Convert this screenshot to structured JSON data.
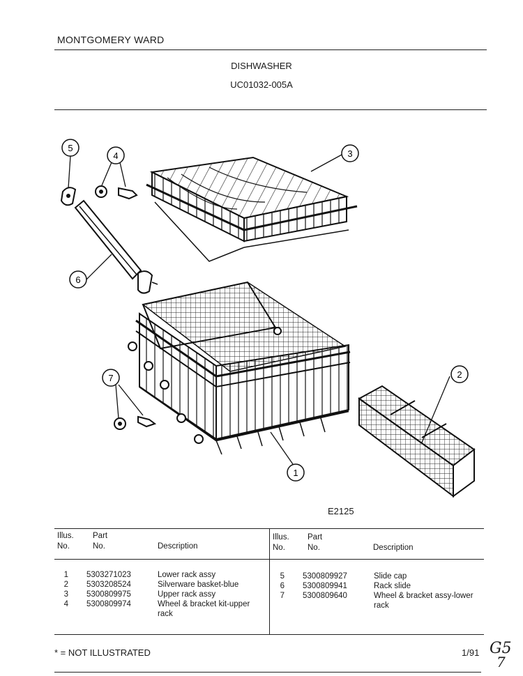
{
  "header": {
    "brand": "MONTGOMERY WARD",
    "product": "DISHWASHER",
    "model": "UC01032-005A"
  },
  "figure": {
    "code": "E2125",
    "callouts": [
      "1",
      "2",
      "3",
      "4",
      "5",
      "6",
      "7"
    ]
  },
  "table": {
    "headers": {
      "illus": "Illus.",
      "no": "No.",
      "part": "Part",
      "description": "Description"
    },
    "left_rows": [
      {
        "illus": "1",
        "part": "5303271023",
        "description": "Lower rack assy",
        "description2": ""
      },
      {
        "illus": "2",
        "part": "5303208524",
        "description": "Silverware basket-blue",
        "description2": ""
      },
      {
        "illus": "3",
        "part": "5300809975",
        "description": "Upper rack assy",
        "description2": ""
      },
      {
        "illus": "4",
        "part": "5300809974",
        "description": "Wheel & bracket kit-upper",
        "description2": "rack"
      }
    ],
    "right_rows": [
      {
        "illus": "5",
        "part": "5300809927",
        "description": "Slide cap",
        "description2": ""
      },
      {
        "illus": "6",
        "part": "5300809941",
        "description": "Rack slide",
        "description2": ""
      },
      {
        "illus": "7",
        "part": "5300809640",
        "description": "Wheel & bracket assy-lower",
        "description2": "rack"
      }
    ]
  },
  "footer": {
    "legend": "* = NOT ILLUSTRATED",
    "page": "1/91",
    "handwriting_top": "G5",
    "handwriting_bottom": "7"
  }
}
